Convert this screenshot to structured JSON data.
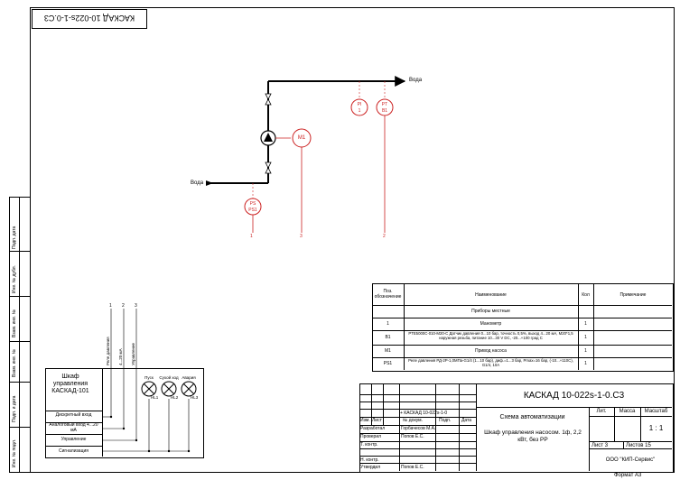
{
  "doc_code_top": "КАСКАД 10-022s-1-0.С3",
  "format": "Формат А3",
  "scheme": {
    "water_in": "Вода",
    "water_out": "Вода",
    "pump_label": "M1",
    "instruments": [
      {
        "line1": "PI",
        "line2": "1"
      },
      {
        "line1": "PT",
        "line2": "B1"
      },
      {
        "line1": "PS",
        "line2": "PS1"
      }
    ],
    "lines": [
      "1",
      "3",
      "2"
    ]
  },
  "left_stamp": [
    "Подп. дата",
    "Инв. № дубл.",
    "Взам. инв. №",
    "Взам. инв. №",
    "Подп. и дата",
    "Инв. № подл."
  ],
  "cabinet": {
    "title": "Шкаф управления КАСКАД-101",
    "rows": [
      "Дискретный вход",
      "Аналоговый вход 4...20 мА",
      "Управление",
      "Сигнализация"
    ],
    "col_nums": [
      "1",
      "2",
      "3"
    ],
    "col_labels": [
      "Реле давления",
      "4...20 мА",
      "Управление"
    ],
    "lamps": [
      {
        "label": "Пуск",
        "code": "HL1"
      },
      {
        "label": "Сухой ход",
        "code": "HL2"
      },
      {
        "label": "Авария",
        "code": "HL3"
      }
    ]
  },
  "spec": {
    "header": {
      "pos": "Поз. обозначение",
      "name": "Наименование",
      "qty": "Кол",
      "note": "Примечание"
    },
    "section": "Приборы местные",
    "rows": [
      {
        "pos": "1",
        "name": "Манометр",
        "qty": "1"
      },
      {
        "pos": "B1",
        "name": "PTE5000C-010-M20-C Датчик давления 0...10 бар, точность 0,5%, выход 4...20 мА, M20*1,5 наружная резьба, питание 10...30 V DC, -20...+100 град С",
        "qty": "1"
      },
      {
        "pos": "M1",
        "name": "Привод насоса",
        "qty": "1"
      },
      {
        "pos": "PS1",
        "name": "Реле давления РД-2Р-1,0МПа-G1/4 (1...10 бар), диф.=1...3 бар, Pmax=16 бар, (-10...+110С), G1/4, 10А",
        "qty": "1"
      }
    ]
  },
  "title_block": {
    "code": "КАСКАД 10-022s-1-0.С3",
    "sub_code": "+ КАСКАД 10-022s-1-0",
    "cols": [
      "Изм.",
      "Лист",
      "№ докум.",
      "Подп.",
      "Дата"
    ],
    "roles": [
      {
        "role": "Разработал",
        "name": "Горбачесов М.А."
      },
      {
        "role": "Проверил",
        "name": "Попов Е.С."
      },
      {
        "role": "Т. контр.",
        "name": ""
      },
      {
        "role": "",
        "name": ""
      },
      {
        "role": "Н. контр.",
        "name": ""
      },
      {
        "role": "Утвердил",
        "name": "Попов Е.С."
      }
    ],
    "doc_title_1": "Схема автоматизации",
    "doc_title_2": "Шкаф управления насосом. 1ф, 2,2 кВт, без РР",
    "lit": "Лит.",
    "mass": "Масса",
    "scale_label": "Масштаб",
    "scale": "1 : 1",
    "sheet": "Лист 3",
    "sheets": "Листов 15",
    "company": "ООО \"КИП-Сервис\""
  }
}
